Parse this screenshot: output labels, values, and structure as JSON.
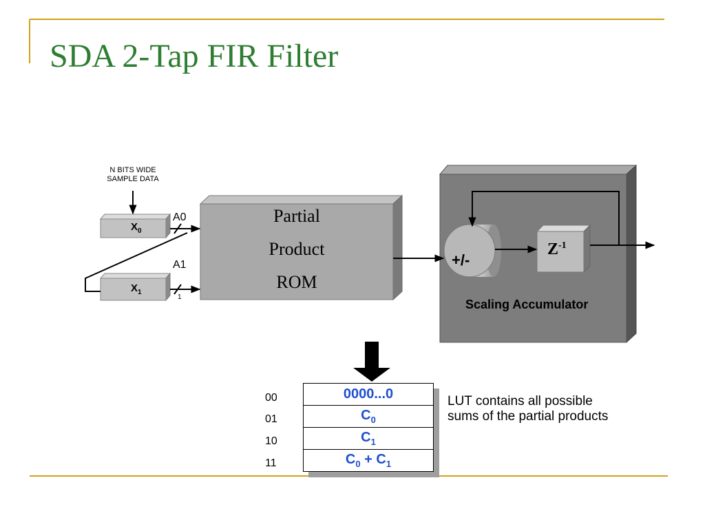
{
  "slide": {
    "title": "SDA 2-Tap FIR Filter"
  },
  "colors": {
    "title": "#2e7d32",
    "rule": "#d4a017",
    "lut_text": "#1e4fd0",
    "accum_body": "#7d7d7d",
    "rom_body": "#a9a9a9"
  },
  "diagram": {
    "input_label_line1": "N BITS WIDE",
    "input_label_line2": "SAMPLE DATA",
    "reg0_label": "X",
    "reg0_sub": "0",
    "reg1_label": "X",
    "reg1_sub": "1",
    "addr0_label": "A0",
    "addr1_label": "A1",
    "bus_width_label": "1",
    "rom_line1": "Partial",
    "rom_line2": "Product",
    "rom_line3": "ROM",
    "adder_label": "+/-",
    "delay_label": "Z",
    "delay_sup": "-1",
    "accumulator_label": "Scaling Accumulator"
  },
  "lut": {
    "addresses": [
      "00",
      "01",
      "10",
      "11"
    ],
    "row0": "0000...0",
    "row1_base": "C",
    "row1_sub": "0",
    "row2_base": "C",
    "row2_sub": "1",
    "row3_base_a": "C",
    "row3_sub_a": "0",
    "row3_op": " + ",
    "row3_base_b": "C",
    "row3_sub_b": "1",
    "note": "LUT contains all possible sums of the partial products"
  }
}
